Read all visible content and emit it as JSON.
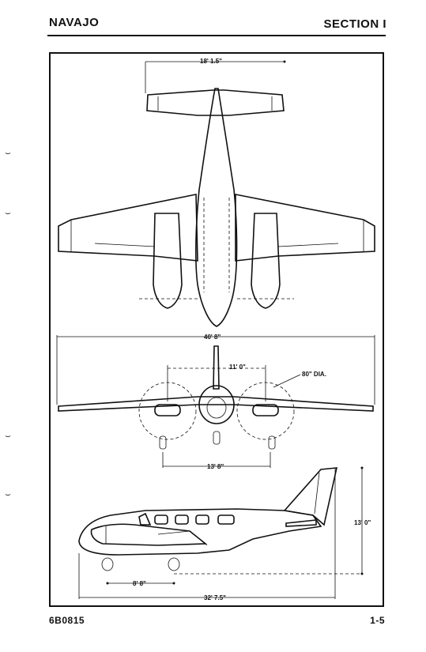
{
  "header": {
    "left": "NAVAJO",
    "right": "SECTION I"
  },
  "footer": {
    "left": "6B0815",
    "right": "1-5"
  },
  "dimensions": {
    "tail_span": "18' 1.5\"",
    "wing_span": "40' 8\"",
    "nacelle_spacing": "11' 0\"",
    "prop_diameter": "80\" DIA.",
    "gear_track": "13' 8\"",
    "height": "13' 0\"",
    "wheelbase": "8' 8\"",
    "length": "32' 7.5\""
  }
}
